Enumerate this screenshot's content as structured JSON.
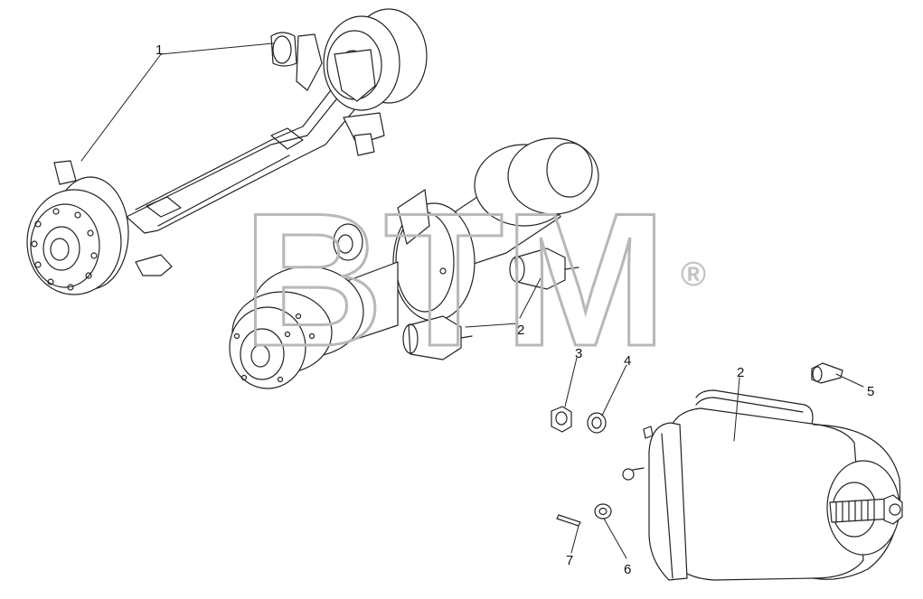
{
  "watermark": {
    "text": "BTM",
    "registered": "®",
    "color": "#c8c8c8"
  },
  "callouts": {
    "c1": "1",
    "c2_assembly": "2",
    "c2_detail": "2",
    "c3": "3",
    "c4": "4",
    "c5": "5",
    "c6": "6",
    "c7": "7"
  }
}
